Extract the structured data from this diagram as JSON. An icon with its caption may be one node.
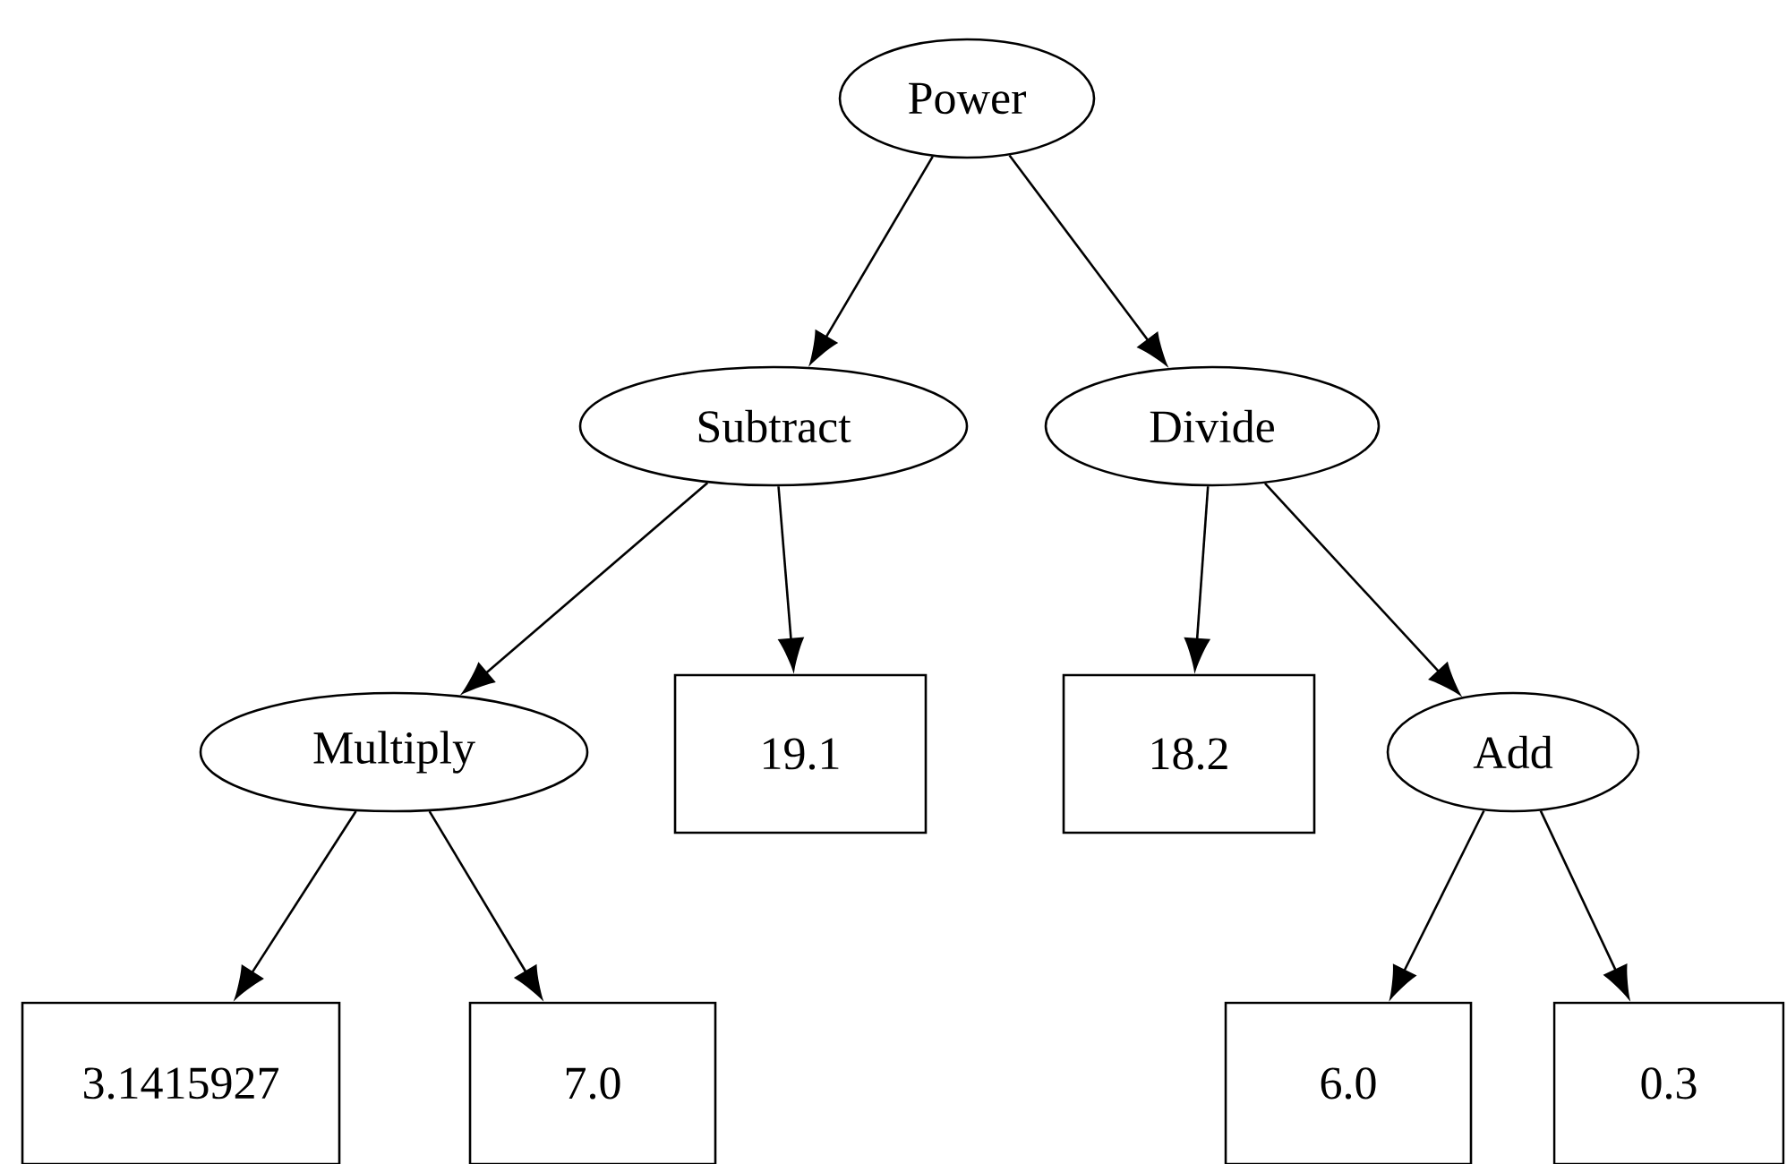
{
  "diagram": {
    "nodes": [
      {
        "text": [
          "Power"
        ]
      },
      {
        "text": [
          "Subtract"
        ]
      },
      {
        "text": [
          "Divide"
        ]
      },
      {
        "text": [
          "Multiply"
        ]
      },
      {
        "text": [
          "19.1"
        ]
      },
      {
        "text": [
          "18.2"
        ]
      },
      {
        "text": [
          "Add"
        ]
      },
      {
        "text": [
          "3.1415927"
        ]
      },
      {
        "text": [
          "7.0"
        ]
      },
      {
        "text": [
          "6.0"
        ]
      },
      {
        "text": [
          "0.3"
        ]
      }
    ],
    "edges": [
      {
        "from": 0,
        "to": 1,
        "arrow": "to"
      },
      {
        "from": 0,
        "to": 2,
        "arrow": "to"
      },
      {
        "from": 1,
        "to": 3,
        "arrow": "to"
      },
      {
        "from": 1,
        "to": 4,
        "arrow": "to"
      },
      {
        "from": 2,
        "to": 5,
        "arrow": "to"
      },
      {
        "from": 2,
        "to": 6,
        "arrow": "to"
      },
      {
        "from": 3,
        "to": 7,
        "arrow": "to"
      },
      {
        "from": 3,
        "to": 8,
        "arrow": "to"
      },
      {
        "from": 6,
        "to": 9,
        "arrow": "to"
      },
      {
        "from": 6,
        "to": 10,
        "arrow": "to"
      }
    ]
  }
}
